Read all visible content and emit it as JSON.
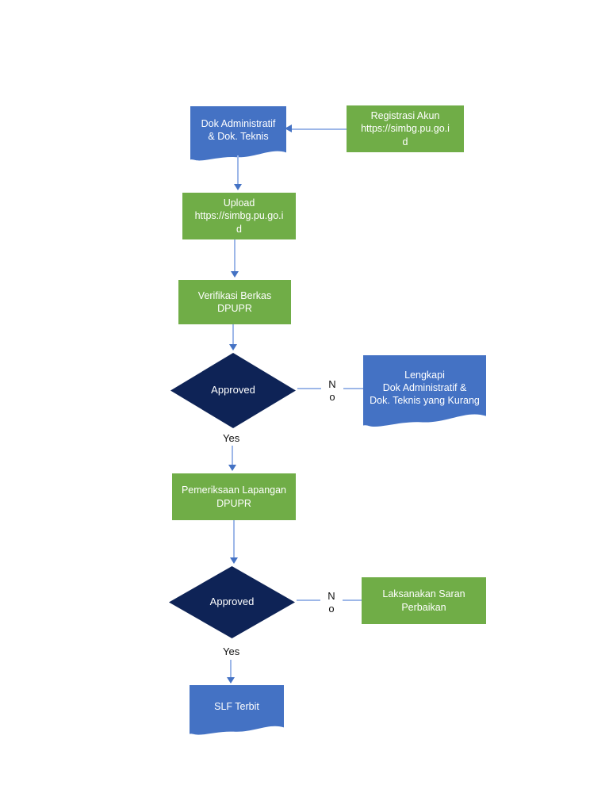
{
  "diagram": {
    "type": "flowchart",
    "language": "Indonesian",
    "colors": {
      "process_green": "#70AD47",
      "document_blue": "#4472C4",
      "decision_navy": "#0E2356",
      "connector_line": "#9DB7E8",
      "arrowhead_blue": "#4472C4",
      "label_text": "#111111",
      "shape_text": "#FFFFFF",
      "background": "#FFFFFF"
    },
    "nodes": {
      "dok": {
        "label": "Dok Administratif\n& Dok. Teknis",
        "shape": "document"
      },
      "registrasi": {
        "label": "Registrasi Akun\nhttps://simbg.pu.go.i\nd",
        "shape": "process"
      },
      "upload": {
        "label": "Upload\nhttps://simbg.pu.go.i\nd",
        "shape": "process"
      },
      "verifikasi": {
        "label": "Verifikasi Berkas\nDPUPR",
        "shape": "process"
      },
      "approved1": {
        "label": "Approved",
        "shape": "decision"
      },
      "lengkapi": {
        "label": "Lengkapi\nDok Administratif &\nDok. Teknis yang Kurang",
        "shape": "document"
      },
      "pemeriksaan": {
        "label": "Pemeriksaan Lapangan\nDPUPR",
        "shape": "process"
      },
      "approved2": {
        "label": "Approved",
        "shape": "decision"
      },
      "laksanakan": {
        "label": "Laksanakan Saran\nPerbaikan",
        "shape": "process"
      },
      "slf": {
        "label": "SLF Terbit",
        "shape": "document"
      }
    },
    "labels": {
      "yes1": "Yes",
      "no1": "No",
      "yes2": "Yes",
      "no2": "No"
    }
  }
}
